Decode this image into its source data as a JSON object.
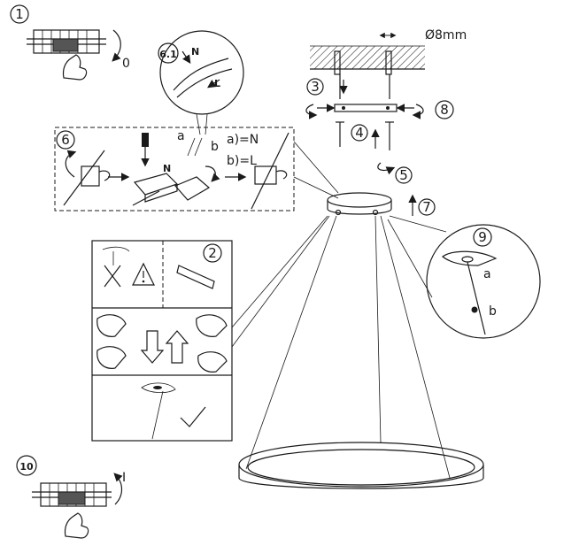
{
  "steps": {
    "s1": "1",
    "s2": "2",
    "s3": "3",
    "s4": "4",
    "s5": "5",
    "s6": "6",
    "s6_1": "6.1",
    "s7": "7",
    "s8": "8",
    "s9": "9",
    "s10": "10"
  },
  "switch_off": "0",
  "switch_on": "I",
  "bolt_diameter": "Ø8mm",
  "wiring": {
    "a_label": "a",
    "b_label": "b",
    "a_eq": "a)=N",
    "b_eq": "b)=L",
    "n_small": "N",
    "l_small": "L"
  },
  "detail9": {
    "a": "a",
    "b": "b"
  }
}
